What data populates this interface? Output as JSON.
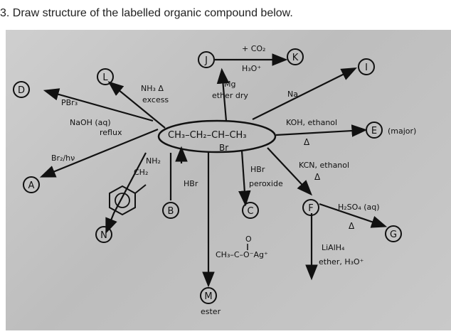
{
  "question": {
    "text": "3. Draw structure of the labelled organic compound below."
  },
  "diagram": {
    "center_top": "CH₃–CH₂–CH–CH₃",
    "center_sub": "Br",
    "labels": {
      "A": "A",
      "B": "B",
      "C": "C",
      "D": "D",
      "E": "E",
      "F": "F",
      "G": "G",
      "I": "I",
      "J": "J",
      "K": "K",
      "L": "L",
      "M": "M",
      "N": "N"
    },
    "reagents": {
      "pbr3": "PBr₃",
      "naoh": "NaOH (aq)",
      "reflux": "reflux",
      "br2hv": "Br₂/hν",
      "nh3": "NH₃  Δ",
      "excess": "excess",
      "mg": "Mg",
      "dry_ether": "ether dry",
      "co2": "+ CO₂",
      "h3o": "H₃O⁺",
      "na": "Na",
      "koh": "KOH, ethanol",
      "delta": "Δ",
      "major": "(major)",
      "nh2": "NH₂",
      "ch2": "CH₂",
      "hbr": "HBr",
      "hbr2": "HBr",
      "peroxide": "peroxide",
      "kcn": "KCN, ethanol",
      "h2so4": "H₂SO₄ (aq)",
      "lialh4": "LiAlH₄",
      "ether_h3o": "ether, H₃O⁺",
      "ester_o": "O",
      "ester_line": "CH₃–C–O⁻Ag⁺",
      "ester": "ester"
    }
  }
}
